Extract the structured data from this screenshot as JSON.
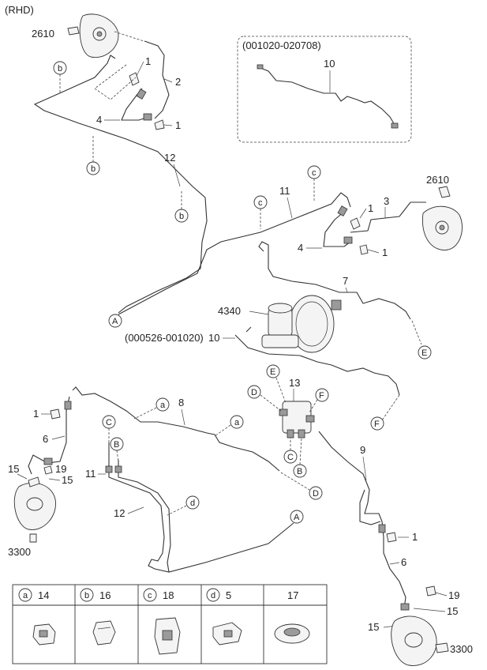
{
  "header": {
    "variant": "(RHD)"
  },
  "inset_top": {
    "range": "(001020-020708)",
    "part": "10"
  },
  "callouts": {
    "p2610_a": "2610",
    "p2610_b": "2610",
    "p1_a": "1",
    "p1_b": "1",
    "p1_c": "1",
    "p1_d": "1",
    "p1_e": "1",
    "p1_f": "1",
    "p2": "2",
    "p3": "3",
    "p4_a": "4",
    "p4_b": "4",
    "p12_a": "12",
    "p12_b": "12",
    "p11_a": "11",
    "p11_b": "11",
    "p7": "7",
    "p4340": "4340",
    "p10_range": "(000526-001020)",
    "p10_b": "10",
    "p13": "13",
    "p8": "8",
    "p9": "9",
    "p6_a": "6",
    "p6_b": "6",
    "p15_a": "15",
    "p15_b": "15",
    "p15_c": "15",
    "p15_d": "15",
    "p19_a": "19",
    "p19_b": "19",
    "p3300_a": "3300",
    "p3300_b": "3300"
  },
  "circles": {
    "b1": "b",
    "b2": "b",
    "b3": "b",
    "c1": "c",
    "c2": "c",
    "a1": "a",
    "a2": "a",
    "d1": "d",
    "A1": "A",
    "A2": "A",
    "E1": "E",
    "E2": "E",
    "D1": "D",
    "D2": "D",
    "F1": "F",
    "F2": "F",
    "C1": "C",
    "C2": "C",
    "B1": "B",
    "B2": "B"
  },
  "legend": [
    {
      "letter": "a",
      "part": "14"
    },
    {
      "letter": "b",
      "part": "16"
    },
    {
      "letter": "c",
      "part": "18"
    },
    {
      "letter": "d",
      "part": "5"
    },
    {
      "letter": "",
      "part": "17"
    }
  ]
}
